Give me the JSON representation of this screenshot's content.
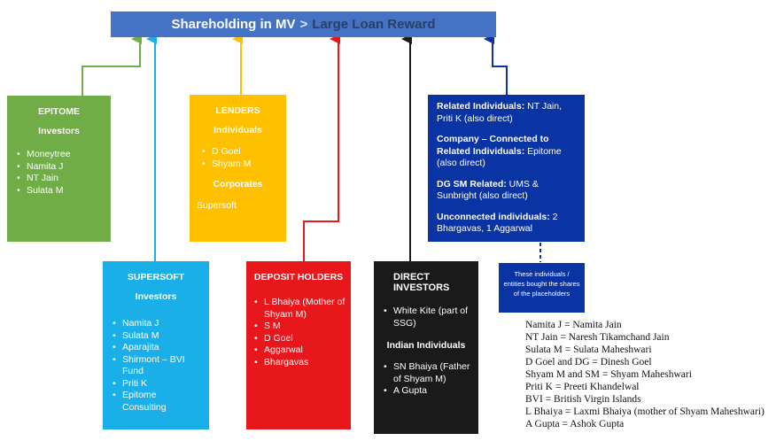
{
  "title": {
    "main": "Shareholding in MV",
    "separator": ">",
    "sub": "Large Loan Reward"
  },
  "epitome": {
    "heading": "EPITOME",
    "subheading": "Investors",
    "items": [
      "Moneytree",
      "Namita J",
      "NT Jain",
      "Sulata M"
    ]
  },
  "lenders": {
    "heading": "LENDERS",
    "individuals_label": "Individuals",
    "individuals": [
      "D Goel",
      "Shyam M"
    ],
    "corporates_label": "Corporates",
    "corporates": "Supersoft"
  },
  "related": {
    "paras": [
      {
        "bold": "Related Individuals:",
        "text": " NT Jain, Priti K (also direct)"
      },
      {
        "bold": "Company – Connected to Related Individuals:",
        "text": " Epitome (also direct)"
      },
      {
        "bold": "DG SM Related:",
        "text": " UMS & Sunbright (also direct)"
      },
      {
        "bold": "Unconnected individuals:",
        "text": " 2 Bhargavas, 1 Aggarwal"
      }
    ]
  },
  "note": "These individuals / entities bought the shares of the placeholders",
  "supersoft": {
    "heading": "SUPERSOFT",
    "subheading": "Investors",
    "items": [
      "Namita J",
      "Sulata M",
      "Aparajita",
      "Shirmont – BVI Fund",
      "Priti K",
      "Epitome Consulting"
    ]
  },
  "deposit": {
    "heading": "DEPOSIT HOLDERS",
    "items": [
      "L Bhaiya (Mother of Shyam M)",
      "S M",
      "D Goel",
      "Aggarwal",
      "Bhargavas"
    ]
  },
  "direct": {
    "heading": "DIRECT INVESTORS",
    "items1": [
      "White Kite (part of SSG)"
    ],
    "subheading": "Indian Individuals",
    "items2": [
      "SN Bhaiya (Father of Shyam M)",
      "A Gupta"
    ]
  },
  "legend": [
    "Namita J = Namita Jain",
    "NT Jain = Naresh Tikamchand Jain",
    "Sulata M = Sulata Maheshwari",
    "D Goel and DG = Dinesh Goel",
    "Shyam M and SM = Shyam Maheshwari",
    "Priti K = Preeti Khandelwal",
    "BVI = British Virgin Islands",
    "L Bhaiya = Laxmi Bhaiya (mother of Shyam Maheshwari)",
    "A Gupta = Ashok Gupta"
  ],
  "colors": {
    "title": "#4472C4",
    "epitome": "#70AD47",
    "lenders": "#FFC000",
    "related": "#0A33A3",
    "supersoft": "#1AAFE8",
    "deposit": "#E8171B",
    "direct": "#1A1A1A"
  }
}
